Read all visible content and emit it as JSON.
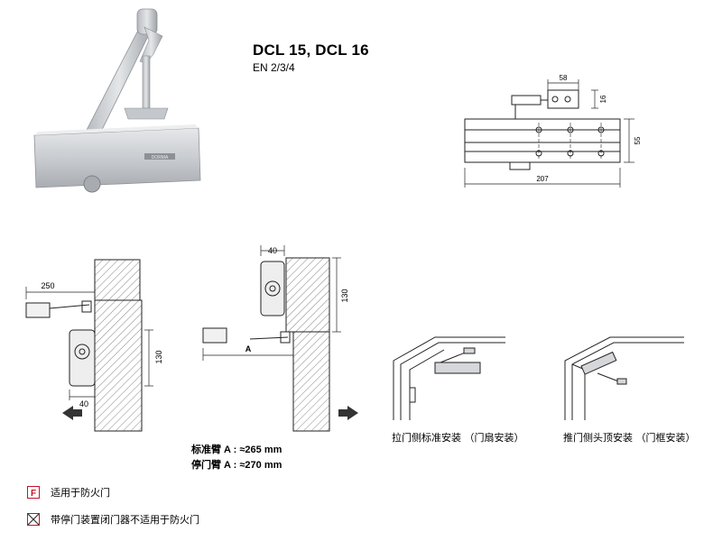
{
  "product": {
    "title": "DCL 15, DCL 16",
    "standard": "EN 2/3/4",
    "brand_mark": "DORMA"
  },
  "dimensions": {
    "arm_offset": "58",
    "arm_height": "16",
    "body_height": "55",
    "body_length": "207",
    "pull_side_arm": "250",
    "pull_side_height": "130",
    "pull_side_offset": "40",
    "push_side_offset": "40",
    "push_side_height": "130",
    "push_side_arm": "A"
  },
  "arm_specs": [
    {
      "label": "标准臂 A :",
      "value": "≈265 mm"
    },
    {
      "label": "停门臂 A :",
      "value": "≈270 mm"
    }
  ],
  "mounting": {
    "pull_side_caption": "拉门侧标准安装 （门扇安装）",
    "push_side_caption": "推门侧头顶安装 （门框安装）"
  },
  "legend": [
    {
      "symbol": "F",
      "icon": "fire-door-icon",
      "text": "适用于防火门"
    },
    {
      "symbol": "X",
      "icon": "fire-door-crossed-icon",
      "text": "带停门装置闭门器不适用于防火门"
    }
  ],
  "colors": {
    "legend_accent": "#c8102e",
    "closer_silver": "#c9ccd0",
    "line": "#222222"
  }
}
